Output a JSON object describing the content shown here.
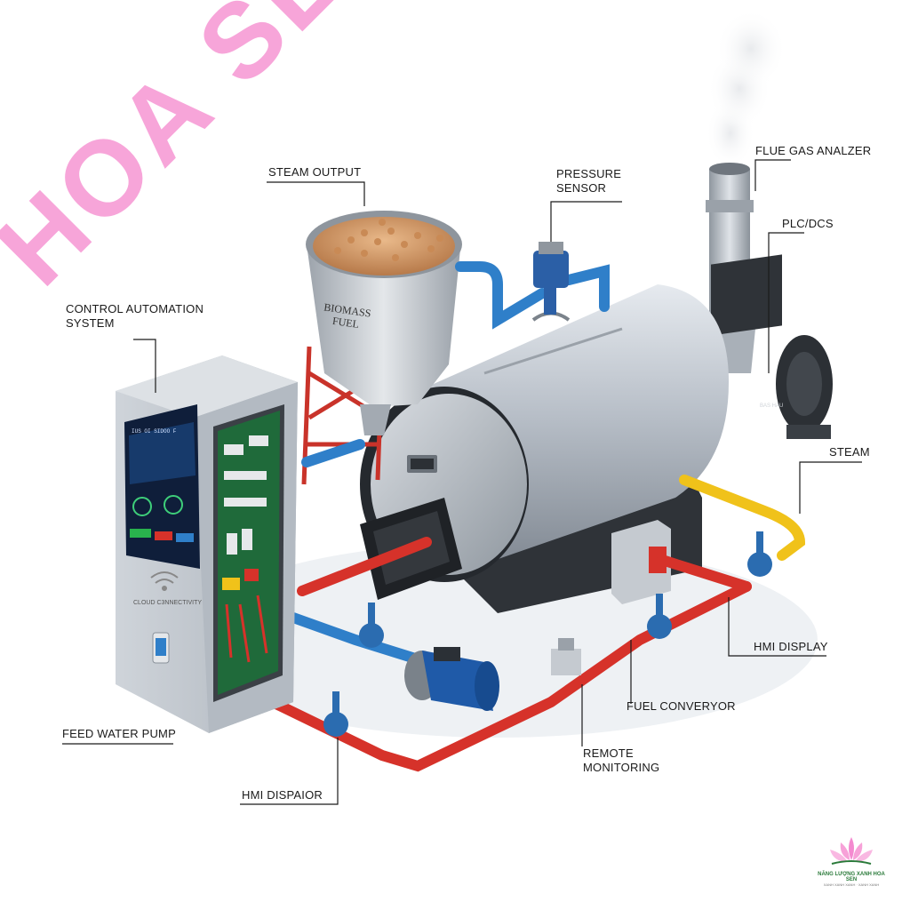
{
  "watermark": "HOA SEN",
  "hopper_label": "BIOMASS\nFUEL",
  "callouts": {
    "control_automation": "CONTROL AUTOMATION\nSYSTEM",
    "steam_output": "STEAM OUTPUT",
    "pressure_sensor": "PRESSURE\nSENSOR",
    "flue_gas_analyzer": "FLUE GAS ANALZER",
    "plc_dcs": "PLC/DCS",
    "steam": "STEAM",
    "hmi_display": "HMI DISPLAY",
    "fuel_conveyor": "FUEL CONVERYOR",
    "remote_monitoring": "REMOTE\nMONITORING",
    "feed_water_pump": "FEED WATER PUMP",
    "hmi_dispator": "HMI DISPAIOR"
  },
  "cabinet": {
    "screen_header": "IUS OI SIDOO F",
    "cloud_text": "CLOUD C3NNECTIVITY"
  },
  "burner_label": "BAS HAU",
  "logo": {
    "title": "NĂNG LƯỢNG XANH HOA SEN",
    "subtitle": "XANH XANH XANH · XANH XANH"
  },
  "colors": {
    "hot_pipe": "#d6322a",
    "cold_pipe": "#2f7fc9",
    "steam_pipe": "#f0c21a",
    "valve": "#2b6cb0",
    "boiler": "#b9c0c8",
    "watermark": "#f7a1d8"
  }
}
